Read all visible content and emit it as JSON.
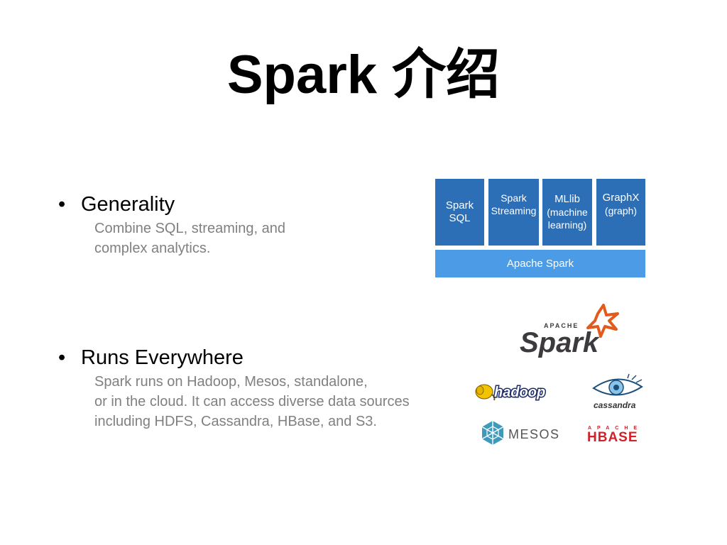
{
  "title": "Spark 介绍",
  "bullets": [
    {
      "heading": "Generality",
      "lines": [
        "Combine SQL, streaming, and",
        "complex analytics."
      ]
    },
    {
      "heading": "Runs Everywhere",
      "lines": [
        "Spark runs on Hadoop, Mesos, standalone,",
        "or in the cloud. It can access diverse data sources",
        "including HDFS, Cassandra, HBase, and S3."
      ]
    }
  ],
  "stack": {
    "modules": [
      {
        "lines": [
          "Spark",
          "SQL"
        ]
      },
      {
        "lines": [
          "Spark",
          "Streaming"
        ]
      },
      {
        "lines": [
          "MLlib",
          "(machine",
          "learning)"
        ]
      },
      {
        "lines": [
          "GraphX",
          "(graph)"
        ]
      }
    ],
    "base_label": "Apache Spark"
  },
  "logos": {
    "spark_apache": "APACHE",
    "spark_word": "Spark",
    "hadoop": "hadoop",
    "cassandra": "cassandra",
    "mesos": "MESOS",
    "hbase_apache": "APACHE",
    "hbase": "HBASE"
  },
  "colors": {
    "module_blue": "#2c6fb7",
    "base_blue": "#4b9be6",
    "spark_orange": "#e25a1c",
    "hbase_red": "#d22128",
    "text_gray": "#808080"
  }
}
